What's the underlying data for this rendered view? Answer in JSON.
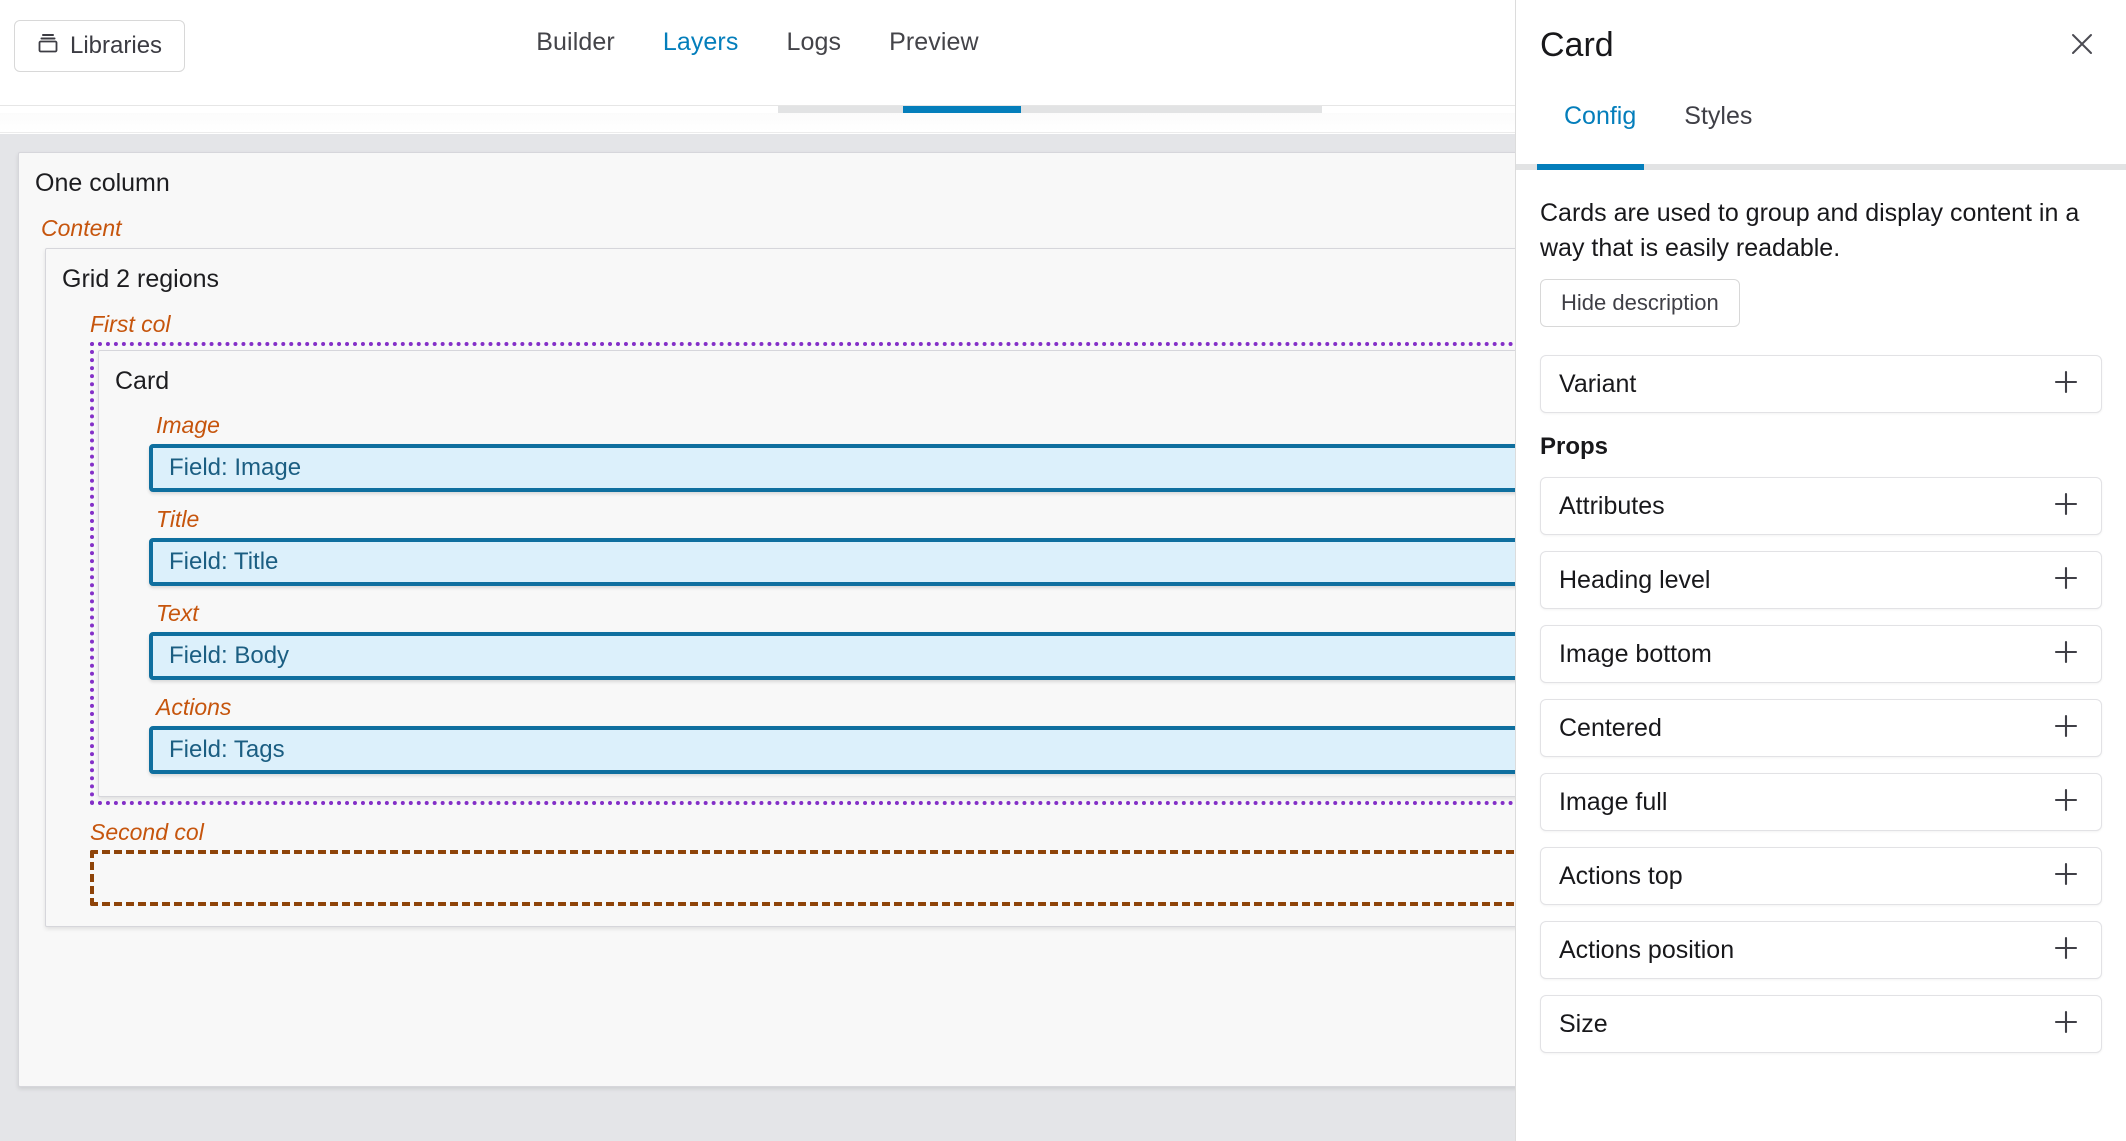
{
  "topbar": {
    "libraries_button": "Libraries",
    "libraries_icon": "library-stack-icon",
    "tabs": [
      {
        "label": "Builder",
        "active": false
      },
      {
        "label": "Layers",
        "active": true
      },
      {
        "label": "Logs",
        "active": false
      },
      {
        "label": "Preview",
        "active": false
      }
    ]
  },
  "canvas": {
    "root_layer": "One column",
    "content_region": "Content",
    "grid_layer": "Grid 2 regions",
    "first_col_region": "First col",
    "card_layer": "Card",
    "card_fields": [
      {
        "region": "Image",
        "field": "Field: Image"
      },
      {
        "region": "Title",
        "field": "Field: Title"
      },
      {
        "region": "Text",
        "field": "Field: Body"
      },
      {
        "region": "Actions",
        "field": "Field: Tags"
      }
    ],
    "second_col_region": "Second col"
  },
  "panel": {
    "title": "Card",
    "close_icon": "close-icon",
    "tabs": [
      {
        "label": "Config",
        "active": true
      },
      {
        "label": "Styles",
        "active": false
      }
    ],
    "description": "Cards are used to group and display content in a way that is easily readable.",
    "hide_description_button": "Hide description",
    "variant_accordion": "Variant",
    "props_heading": "Props",
    "props": [
      "Attributes",
      "Heading level",
      "Image bottom",
      "Centered",
      "Image full",
      "Actions top",
      "Actions position",
      "Size"
    ]
  },
  "colors": {
    "accent_blue": "#047ebb",
    "region_orange": "#c6550d",
    "selection_purple": "#8430c8",
    "drop_brown": "#8e4409",
    "field_fill": "#dcf0fb",
    "field_border": "#0f6f9f",
    "canvas_bg": "#e4e5e8"
  }
}
